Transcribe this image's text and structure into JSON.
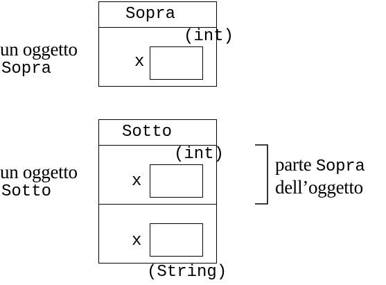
{
  "top_object": {
    "class_name": "Sopra",
    "caption_line1": "un oggetto",
    "caption_line2": "Sopra",
    "field": {
      "name": "x",
      "type_label": "(int)"
    }
  },
  "bottom_object": {
    "class_name": "Sotto",
    "caption_line1": "un oggetto",
    "caption_line2": "Sotto",
    "fields": [
      {
        "name": "x",
        "type_label": "(int)"
      },
      {
        "name": "x",
        "type_label": "(String)"
      }
    ],
    "brace_note": {
      "line1_word": "parte",
      "line1_class": "Sopra",
      "line2": "dell’oggetto"
    }
  }
}
